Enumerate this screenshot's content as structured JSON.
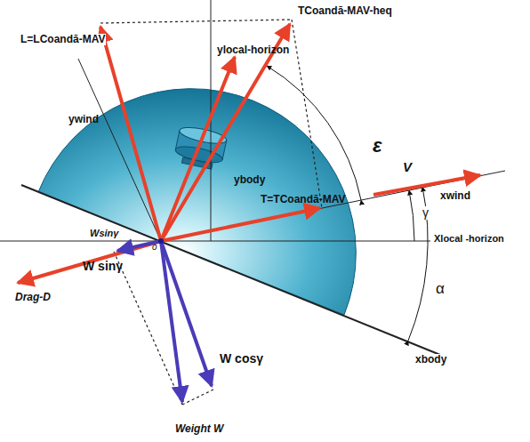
{
  "diagram": {
    "labels": [
      "L=LCoandă-MAV",
      "ylocal-horizon",
      "TCoandă-MAV-heq",
      "ywind",
      "ybody",
      "ε",
      "V",
      "T=TCoandă-MAV",
      "xwind",
      "γ",
      "Wsinγ",
      "o",
      "Xlocal -horizon",
      "W sinγ",
      "α",
      "Drag-D",
      "xbody",
      "W cosγ",
      "Weight W"
    ]
  }
}
